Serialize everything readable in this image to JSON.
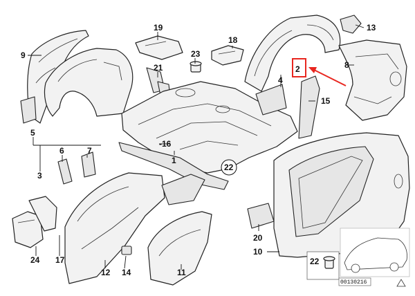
{
  "diagram": {
    "callouts": {
      "c1": "1",
      "c2": "2",
      "c3": "3",
      "c4": "4",
      "c5": "5",
      "c6": "6",
      "c7": "7",
      "c8": "8",
      "c9": "9",
      "c10": "10",
      "c11": "11",
      "c12": "12",
      "c13": "13",
      "c14": "14",
      "c15": "15",
      "c16": "-16",
      "c17": "17",
      "c18": "18",
      "c19": "19",
      "c20": "20",
      "c21": "21",
      "c22": "22",
      "c22b": "22",
      "c23": "23",
      "c24": "24"
    },
    "reference_code": "00130216",
    "highlighted_part": "2",
    "highlight_color": "#e8261f"
  }
}
